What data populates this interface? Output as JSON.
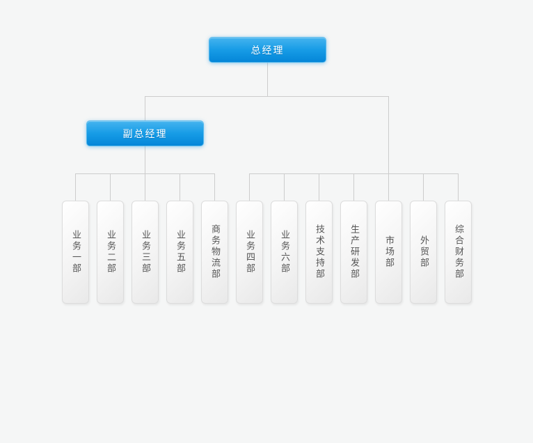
{
  "root": {
    "label": "总经理"
  },
  "deputy": {
    "label": "副总经理",
    "reports_to": "总经理"
  },
  "departments": [
    {
      "label": "业务一部",
      "reports_to": "副总经理"
    },
    {
      "label": "业务二部",
      "reports_to": "副总经理"
    },
    {
      "label": "业务三部",
      "reports_to": "副总经理"
    },
    {
      "label": "业务五部",
      "reports_to": "副总经理"
    },
    {
      "label": "商务物流部",
      "reports_to": "副总经理"
    },
    {
      "label": "业务四部",
      "reports_to": "总经理"
    },
    {
      "label": "业务六部",
      "reports_to": "总经理"
    },
    {
      "label": "技术支持部",
      "reports_to": "总经理"
    },
    {
      "label": "生产研发部",
      "reports_to": "总经理"
    },
    {
      "label": "市场部",
      "reports_to": "总经理"
    },
    {
      "label": "外贸部",
      "reports_to": "总经理"
    },
    {
      "label": "综合财务部",
      "reports_to": "总经理"
    }
  ],
  "colors": {
    "manager_node_gradient_top": "#45b4ef",
    "manager_node_gradient_bottom": "#0486d8",
    "manager_node_text": "#ffffff",
    "department_node_border": "#dcdcdc",
    "department_node_text": "#555555",
    "connector_line": "#cccccc",
    "page_background": "#f5f6f6"
  }
}
